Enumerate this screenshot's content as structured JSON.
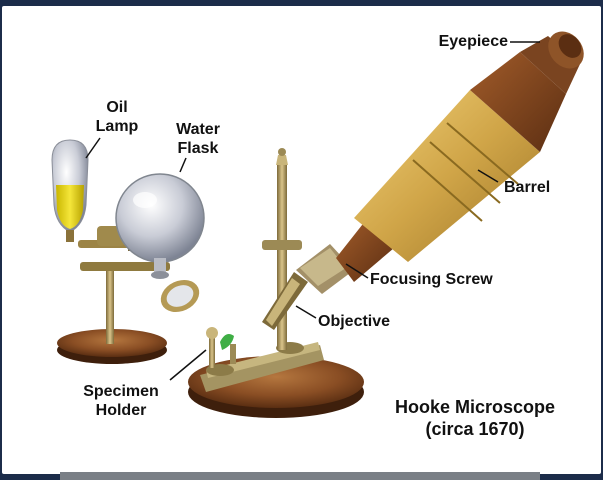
{
  "diagram": {
    "title_line1": "Hooke Microscope",
    "title_line2": "(circa 1670)",
    "labels": {
      "eyepiece": "Eyepiece",
      "barrel": "Barrel",
      "focusing_screw": "Focusing Screw",
      "objective": "Objective",
      "specimen_holder": "Specimen\nHolder",
      "oil_lamp": "Oil\nLamp",
      "water_flask": "Water\nFlask"
    }
  },
  "colors": {
    "background": "#1c2c4a",
    "brass": "#c9a24a",
    "wood": "#7a4420",
    "oil": "#e6d21a",
    "leader_line": "#111111"
  }
}
